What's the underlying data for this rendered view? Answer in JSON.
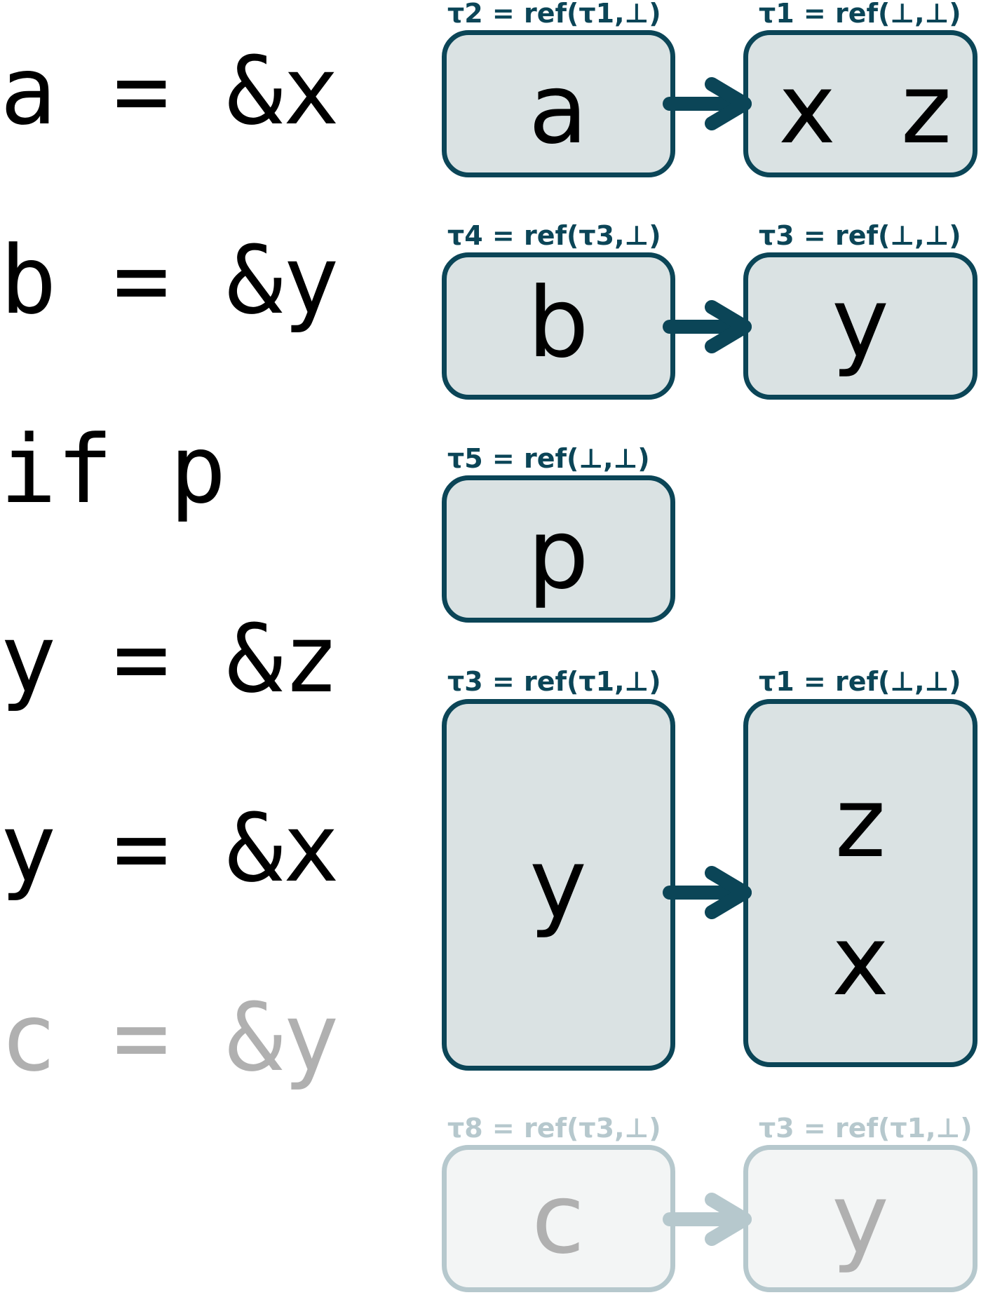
{
  "code_lines": [
    {
      "text": "a = &x"
    },
    {
      "text": "b = &y"
    },
    {
      "text": "if p"
    },
    {
      "text": "y = &z"
    },
    {
      "text": "y = &x"
    },
    {
      "text": "c = &y"
    }
  ],
  "rows": [
    {
      "left": {
        "type_label": "τ2 = ref(τ1,⊥)",
        "vars": [
          "a"
        ]
      },
      "right": {
        "type_label": "τ1 = ref(⊥,⊥)",
        "vars": [
          "x",
          "z"
        ]
      }
    },
    {
      "left": {
        "type_label": "τ4 = ref(τ3,⊥)",
        "vars": [
          "b"
        ]
      },
      "right": {
        "type_label": "τ3 = ref(⊥,⊥)",
        "vars": [
          "y"
        ]
      }
    },
    {
      "left": {
        "type_label": "τ5 = ref(⊥,⊥)",
        "vars": [
          "p"
        ]
      }
    },
    {
      "left": {
        "type_label": "τ3 = ref(τ1,⊥)",
        "vars": [
          "y"
        ]
      },
      "right": {
        "type_label": "τ1 = ref(⊥,⊥)",
        "vars": [
          "z",
          "x"
        ]
      }
    },
    {
      "left": {
        "type_label": "τ8 = ref(τ3,⊥)",
        "vars": [
          "c"
        ]
      },
      "right": {
        "type_label": "τ3 = ref(τ1,⊥)",
        "vars": [
          "y"
        ]
      }
    }
  ],
  "colors": {
    "accent": "#0b4557",
    "box_fill": "#dae2e3",
    "faded_accent": "#b6c8cd",
    "faded_fill": "#f3f5f5",
    "faded_text": "#b0b0b0"
  }
}
